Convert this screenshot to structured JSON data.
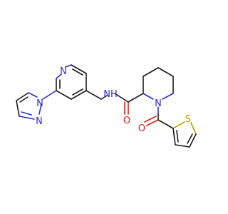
{
  "molecule": {
    "atoms": {
      "pyridine_n": "N",
      "imidazole_n1": "N",
      "imidazole_n3": "N",
      "amide_nh": "NH",
      "piperidine_n": "N",
      "amide_o": "O",
      "ketone_o": "O",
      "thiophene_s": "S"
    }
  },
  "colors": {
    "carbon_bond": "#1a1a1a",
    "nitrogen": "#2b2bd9",
    "oxygen": "#e02020",
    "sulfur": "#b3a100",
    "background": "#ffffff"
  }
}
